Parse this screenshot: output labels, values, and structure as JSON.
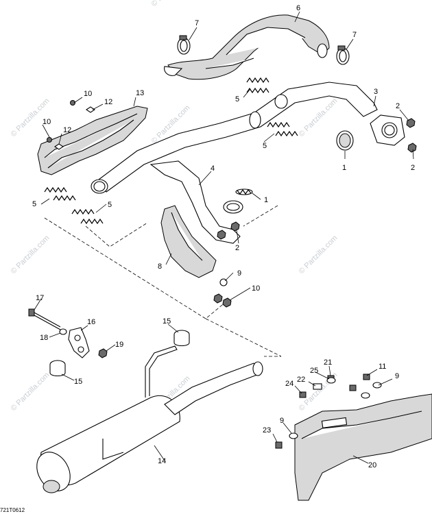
{
  "watermark": "© Partzilla.com",
  "drawing_code": "721T0612",
  "callouts": {
    "c1": "1",
    "c2": "2",
    "c3": "3",
    "c4": "4",
    "c5": "5",
    "c6": "6",
    "c7": "7",
    "c8": "8",
    "c9": "9",
    "c10": "10",
    "c11": "11",
    "c12": "12",
    "c13": "13",
    "c14": "14",
    "c15": "15",
    "c16": "16",
    "c17": "17",
    "c18": "18",
    "c19": "19",
    "c20": "20",
    "c21": "21",
    "c22": "22",
    "c23": "23",
    "c24": "24",
    "c25": "25"
  }
}
